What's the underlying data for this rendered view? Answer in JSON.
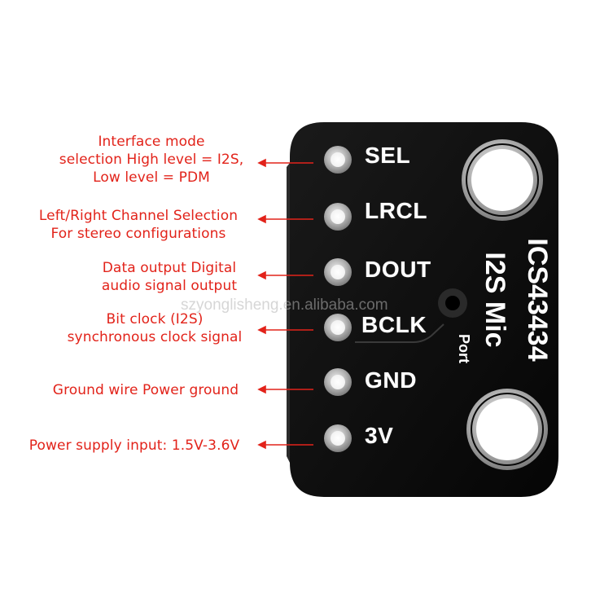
{
  "annotations": [
    {
      "lines": [
        "Interface mode",
        "selection High level = I2S,",
        "Low level = PDM"
      ]
    },
    {
      "lines": [
        "Left/Right Channel Selection",
        "For stereo configurations"
      ]
    },
    {
      "lines": [
        "Data output Digital",
        "audio signal output"
      ]
    },
    {
      "lines": [
        "Bit clock (I2S)",
        "synchronous clock signal"
      ]
    },
    {
      "lines": [
        "Ground wire Power ground"
      ]
    },
    {
      "lines": [
        "Power supply input: 1.5V-3.6V"
      ]
    }
  ],
  "pins": [
    "SEL",
    "LRCL",
    "DOUT",
    "BCLK",
    "GND",
    "3V"
  ],
  "board": {
    "chip_name": "ICS43434",
    "chip_desc": "I2S Mic",
    "port_label": "Port"
  },
  "watermark": "szyonglisheng.en.alibaba.com",
  "colors": {
    "annotation": "#e2231a",
    "board": "#0a0a0a",
    "silk": "#ffffff",
    "pad": "#c9c9c9"
  }
}
